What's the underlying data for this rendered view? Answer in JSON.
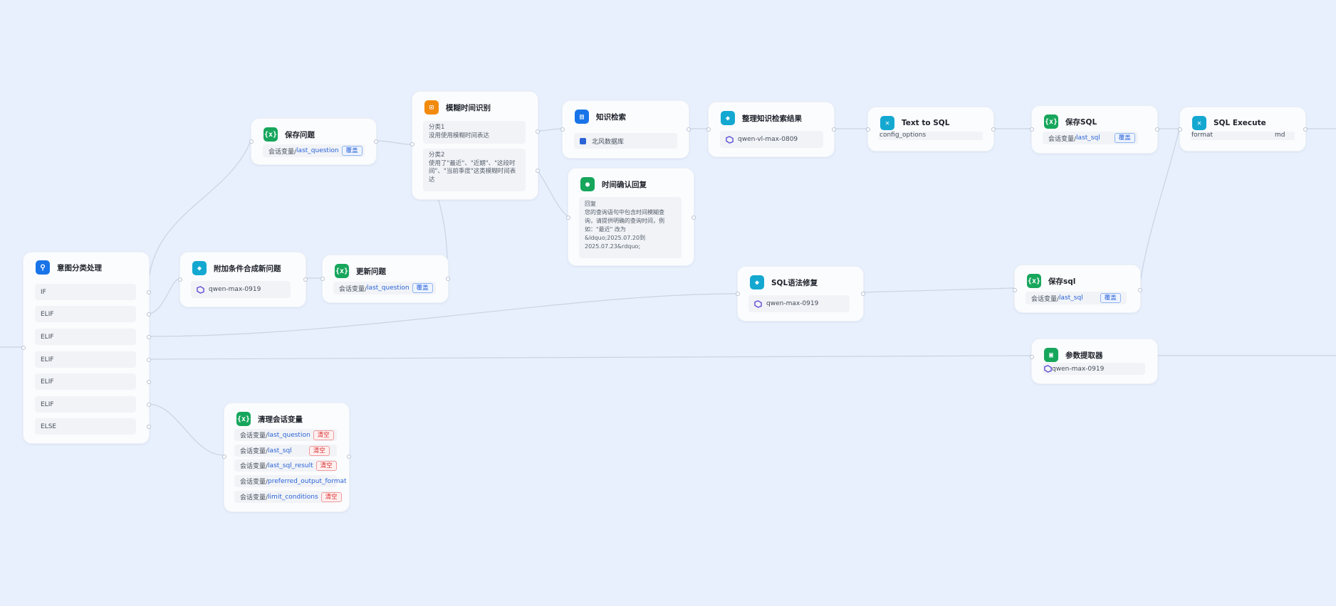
{
  "nodes": {
    "intent": {
      "title": "意图分类处理",
      "branches": [
        "IF",
        "ELIF",
        "ELIF",
        "ELIF",
        "ELIF",
        "ELIF",
        "ELSE"
      ]
    },
    "save_question": {
      "title": "保存问题",
      "prefix": "会话变量/",
      "var": "last_question",
      "tag": "覆盖"
    },
    "fuzzy_time": {
      "title": "模糊时间识别",
      "class1": "分类1\n没用使用模糊时间表达",
      "class2": "分类2\n使用了\"最近\"、\"近期\"、\"这段时\n间\"、\"当前季度\"这类模糊时间表\n达"
    },
    "knowledge_search": {
      "title": "知识检索",
      "kb": "北风数据库"
    },
    "organize": {
      "title": "整理知识检索结果",
      "model": "qwen-vl-max-0809"
    },
    "text_to_sql": {
      "title": "Text to SQL",
      "param": "config_options"
    },
    "save_sql_upper": {
      "title": "保存SQL",
      "prefix": "会话变量/",
      "var": "last_sql",
      "tag": "覆盖"
    },
    "sql_execute": {
      "title": "SQL Execute",
      "key": "format",
      "value": "md"
    },
    "time_confirm": {
      "title": "时间确认回复",
      "text": "回复\n您的查询语句中包含时间模糊查\n询，请提供明确的查询时间，例\n如：\"最近\" 改为\n&ldquo;2025.07.20到\n2025.07.23&rdquo;"
    },
    "append_conditions": {
      "title": "附加条件合成新问题",
      "model": "qwen-max-0919"
    },
    "update_question": {
      "title": "更新问题",
      "prefix": "会话变量/",
      "var": "last_question",
      "tag": "覆盖"
    },
    "sql_fix": {
      "title": "SQL语法修复",
      "model": "qwen-max-0919"
    },
    "save_sql_lower": {
      "title": "保存sql",
      "prefix": "会话变量/",
      "var": "last_sql",
      "tag": "覆盖"
    },
    "param_extract": {
      "title": "参数提取器",
      "model": "qwen-max-0919"
    },
    "clear_vars": {
      "title": "清理会话变量",
      "rows": [
        {
          "prefix": "会话变量/",
          "var": "last_question",
          "tag": "清空"
        },
        {
          "prefix": "会话变量/",
          "var": "last_sql",
          "tag": "清空"
        },
        {
          "prefix": "会话变量/",
          "var": "last_sql_result",
          "tag": "清空"
        },
        {
          "prefix": "会话变量/",
          "var": "preferred_output_format",
          "tag": ""
        },
        {
          "prefix": "会话变量/",
          "var": "limit_conditions",
          "tag": "清空"
        }
      ]
    }
  },
  "colors": {
    "canvas": "#e8f0fd",
    "edge": "#c9d3e3",
    "accent": "#2a63d6"
  }
}
